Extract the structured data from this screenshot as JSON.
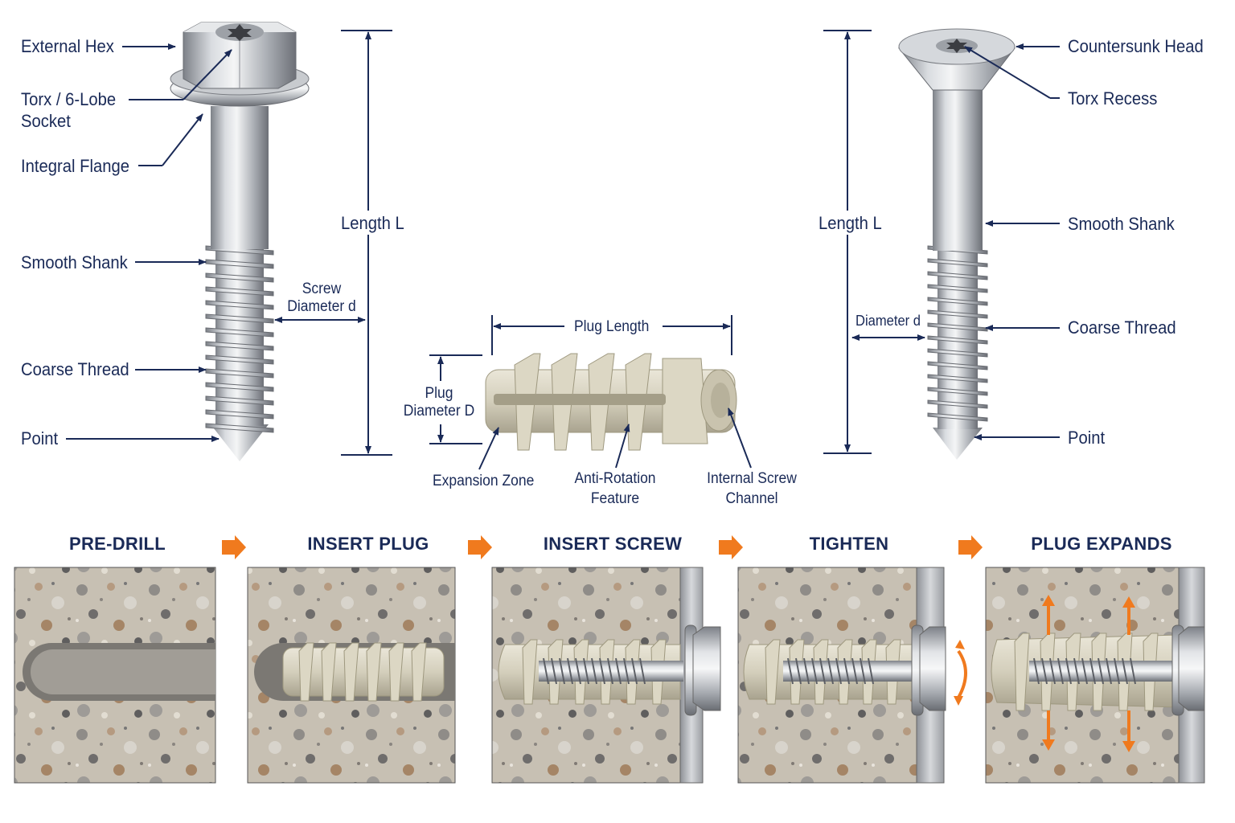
{
  "colors": {
    "label": "#1a2a57",
    "dim_line": "#1a2a57",
    "arrow_orange": "#f07a1e",
    "steel": "#c9ccd0",
    "plug": "#d6d1bf",
    "concrete": "#c8c1b4",
    "wall": "#a9acb1"
  },
  "left_screw": {
    "head_type": "hex-flange",
    "labels": {
      "external_hex": "External Hex",
      "torx_socket_line1": "Torx / 6-Lobe",
      "torx_socket_line2": "Socket",
      "integral_flange": "Integral Flange",
      "smooth_shank": "Smooth Shank",
      "coarse_thread": "Coarse Thread",
      "point": "Point"
    },
    "dims": {
      "length": "Length L",
      "diameter_line1": "Screw",
      "diameter_line2": "Diameter d"
    }
  },
  "plug": {
    "dims": {
      "length": "Plug Length",
      "diameter_line1": "Plug",
      "diameter_line2": "Diameter D"
    },
    "labels": {
      "expansion_zone": "Expansion Zone",
      "anti_rotation_line1": "Anti-Rotation",
      "anti_rotation_line2": "Feature",
      "screw_channel_line1": "Internal Screw",
      "screw_channel_line2": "Channel"
    }
  },
  "right_screw": {
    "head_type": "countersunk",
    "labels": {
      "countersunk_head": "Countersunk Head",
      "torx_recess": "Torx Recess",
      "smooth_shank": "Smooth Shank",
      "coarse_thread": "Coarse Thread",
      "point": "Point"
    },
    "dims": {
      "length": "Length L",
      "diameter": "Diameter d"
    }
  },
  "steps": [
    {
      "title": "PRE-DRILL",
      "icon": "drilled-hole"
    },
    {
      "title": "INSERT PLUG",
      "icon": "plug-in-hole"
    },
    {
      "title": "INSERT SCREW",
      "icon": "screw-in-plug"
    },
    {
      "title": "TIGHTEN",
      "icon": "rotation-arrow-icon"
    },
    {
      "title": "PLUG EXPANDS",
      "icon": "expansion-arrows-icon"
    }
  ]
}
